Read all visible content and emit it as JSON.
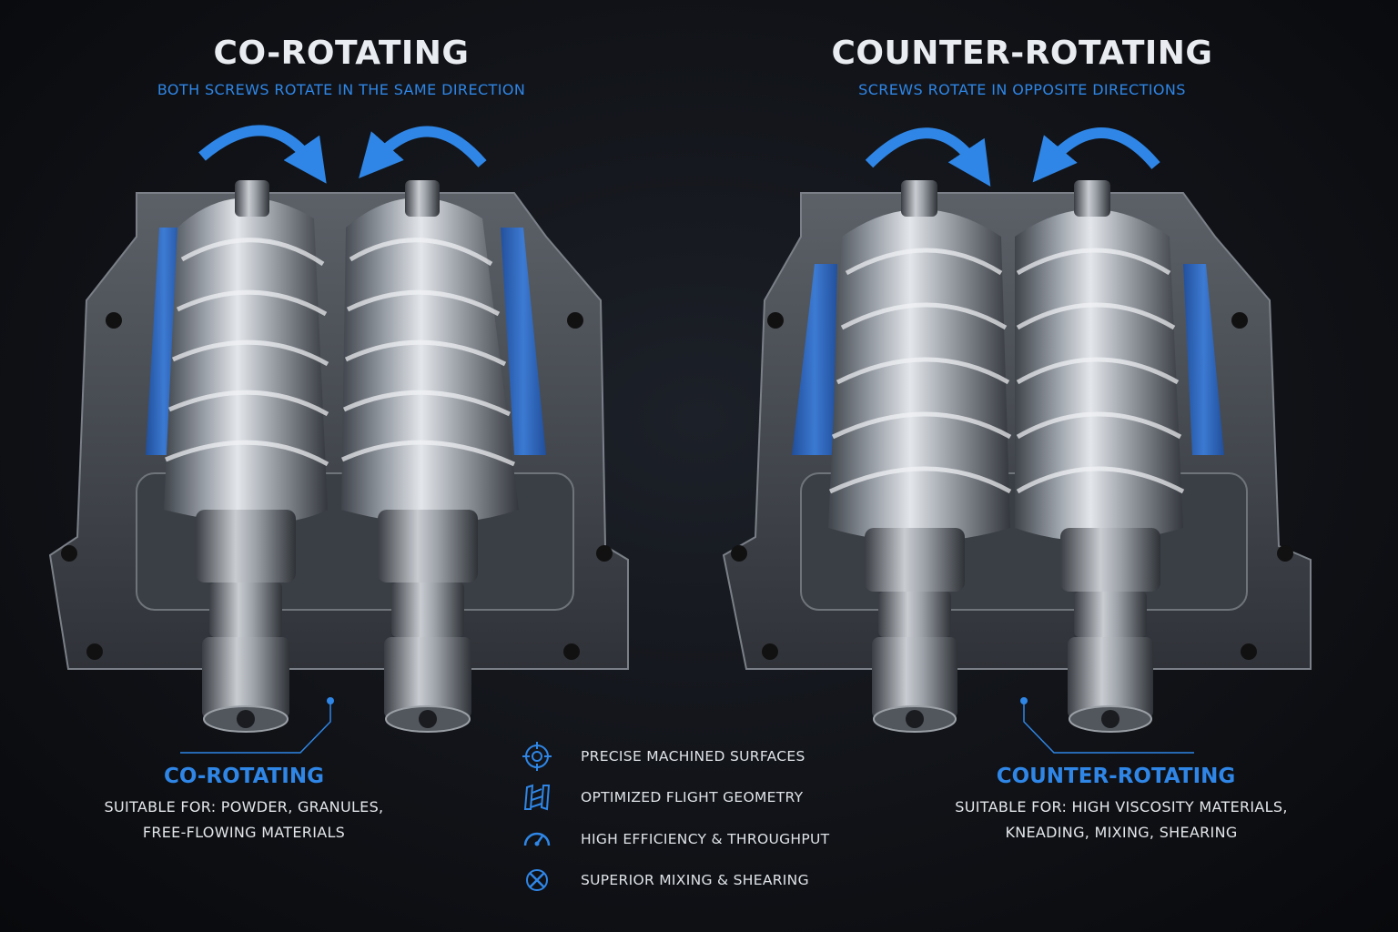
{
  "left_panel": {
    "title": "CO-ROTATING",
    "subtitle": "BOTH SCREWS ROTATE IN THE SAME DIRECTION",
    "name": "CO-ROTATING",
    "description_line1": "SUITABLE FOR: POWDER, GRANULES,",
    "description_line2": "FREE-FLOWING MATERIALS"
  },
  "right_panel": {
    "title": "COUNTER-ROTATING",
    "subtitle": "SCREWS ROTATE IN OPPOSITE DIRECTIONS",
    "name": "COUNTER-ROTATING",
    "description_line1": "SUITABLE FOR: HIGH VISCOSITY MATERIALS,",
    "description_line2": "KNEADING, MIXING, SHEARING"
  },
  "features": [
    {
      "icon": "target-icon",
      "label": "PRECISE MACHINED SURFACES"
    },
    {
      "icon": "flight-geometry-icon",
      "label": "OPTIMIZED FLIGHT GEOMETRY"
    },
    {
      "icon": "gauge-icon",
      "label": "HIGH EFFICIENCY & THROUGHPUT"
    },
    {
      "icon": "mixing-icon",
      "label": "SUPERIOR MIXING & SHEARING"
    }
  ],
  "colors": {
    "accent": "#2f86e6",
    "background": "#0c0e12",
    "text": "#e9ecf1",
    "steel": "#8d939b"
  }
}
